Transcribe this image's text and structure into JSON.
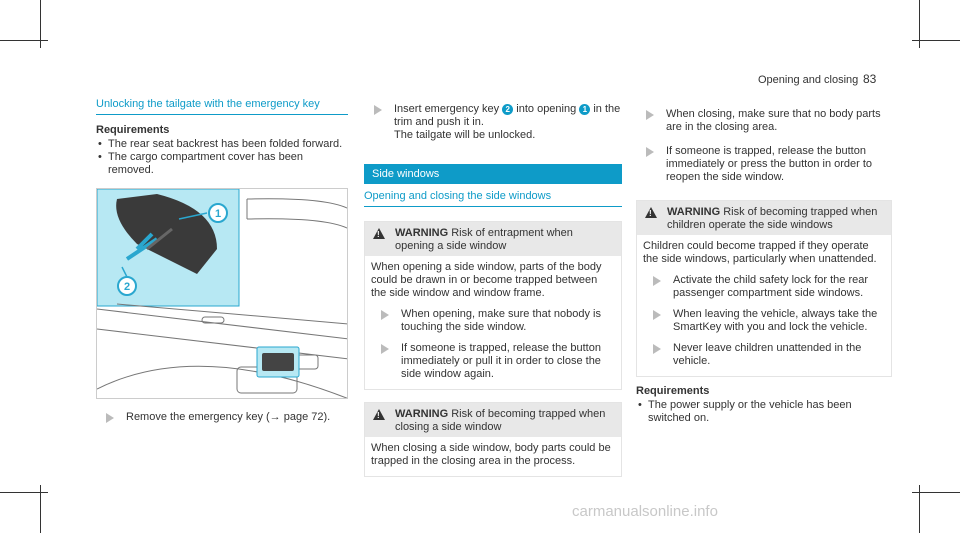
{
  "header": {
    "section": "Opening and closing",
    "page": "83"
  },
  "col1": {
    "heading": "Unlocking the tailgate with the emergency key",
    "req_title": "Requirements",
    "reqs": [
      "The rear seat backrest has been folded forward.",
      "The cargo compartment cover has been removed."
    ],
    "figure": {
      "callout_1": "1",
      "callout_2": "2"
    },
    "step": "Remove the emergency key (→ page 72)."
  },
  "col2": {
    "step_a": "Insert emergency key",
    "step_num2": "2",
    "step_b": "into opening",
    "step_num1": "1",
    "step_c": "in the trim and push it in.",
    "step_d": "The tailgate will be unlocked.",
    "bar": "Side windows",
    "subheading": "Opening and closing the side windows",
    "warn1": {
      "label": "WARNING",
      "title": "Risk of entrapment when opening a side window",
      "body": "When opening a side window, parts of the body could be drawn in or become trapped between the side window and window frame.",
      "steps": [
        "When opening, make sure that nobody is touching the side window.",
        "If someone is trapped, release the button immediately or pull it in order to close the side window again."
      ]
    },
    "warn2": {
      "label": "WARNING",
      "title": "Risk of becoming trapped when closing a side window",
      "body": "When closing a side window, body parts could be trapped in the closing area in the process."
    }
  },
  "col3": {
    "steps_top": [
      "When closing, make sure that no body parts are in the closing area.",
      "If someone is trapped, release the button immediately or press the button in order to reopen the side window."
    ],
    "warn3": {
      "label": "WARNING",
      "title": "Risk of becoming trapped when children operate the side windows",
      "body": "Children could become trapped if they operate the side windows, particularly when unattended.",
      "steps": [
        "Activate the child safety lock for the rear passenger compartment side windows.",
        "When leaving the vehicle, always take the SmartKey with you and lock the vehicle.",
        "Never leave children unattended in the vehicle."
      ]
    },
    "req_title": "Requirements",
    "reqs": [
      "The power supply or the vehicle has been switched on."
    ]
  },
  "watermark": "carmanualsonline.info",
  "colors": {
    "accent": "#0e9bc8",
    "warning_bg": "#e8e8e8",
    "text": "#333333"
  }
}
